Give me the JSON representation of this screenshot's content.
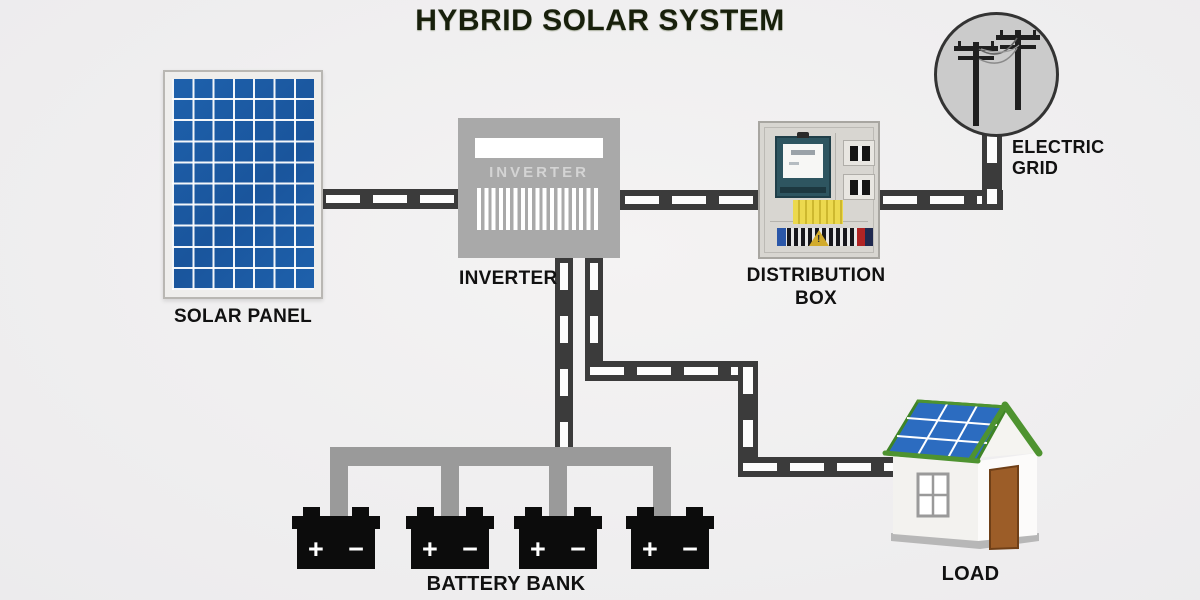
{
  "title": "HYBRID SOLAR SYSTEM",
  "components": {
    "solar_panel": {
      "label": "SOLAR PANEL"
    },
    "inverter": {
      "label": "INVERTER",
      "panel_text": "INVERTER"
    },
    "distribution_box": {
      "label": "DISTRIBUTION BOX",
      "lines": [
        "DISTRIBUTION",
        "BOX"
      ]
    },
    "electric_grid": {
      "label": "ELECTRIC GRID",
      "lines": [
        "ELECTRIC",
        "GRID"
      ]
    },
    "battery_bank": {
      "label": "BATTERY BANK",
      "count": 4,
      "plus": "+",
      "minus": "−"
    },
    "load": {
      "label": "LOAD"
    }
  },
  "connections": [
    {
      "from": "SOLAR PANEL",
      "to": "INVERTER"
    },
    {
      "from": "INVERTER",
      "to": "DISTRIBUTION BOX"
    },
    {
      "from": "DISTRIBUTION BOX",
      "to": "ELECTRIC GRID"
    },
    {
      "from": "INVERTER",
      "to": "BATTERY BANK"
    },
    {
      "from": "INVERTER",
      "to": "LOAD"
    }
  ],
  "colors": {
    "wire": "#3b3b3b",
    "wire_dash": "#ffffff",
    "bus_bar": "#9a9a9a",
    "inverter_body": "#a9a9a9",
    "solar_panel_blue": "#1d5fa8",
    "battery_black": "#0c0c0c",
    "title_text": "#18200c",
    "label_text": "#111111",
    "roof_trim_green": "#4e9330",
    "house_panel_blue": "#2c6cc0",
    "door_brown": "#9a5b26",
    "grid_circle_fill": "#cbcbcb",
    "distribution_box_fill": "#d8d6d1",
    "meter_teal": "#2e5560",
    "warning_yellow": "#d2ab2b"
  }
}
